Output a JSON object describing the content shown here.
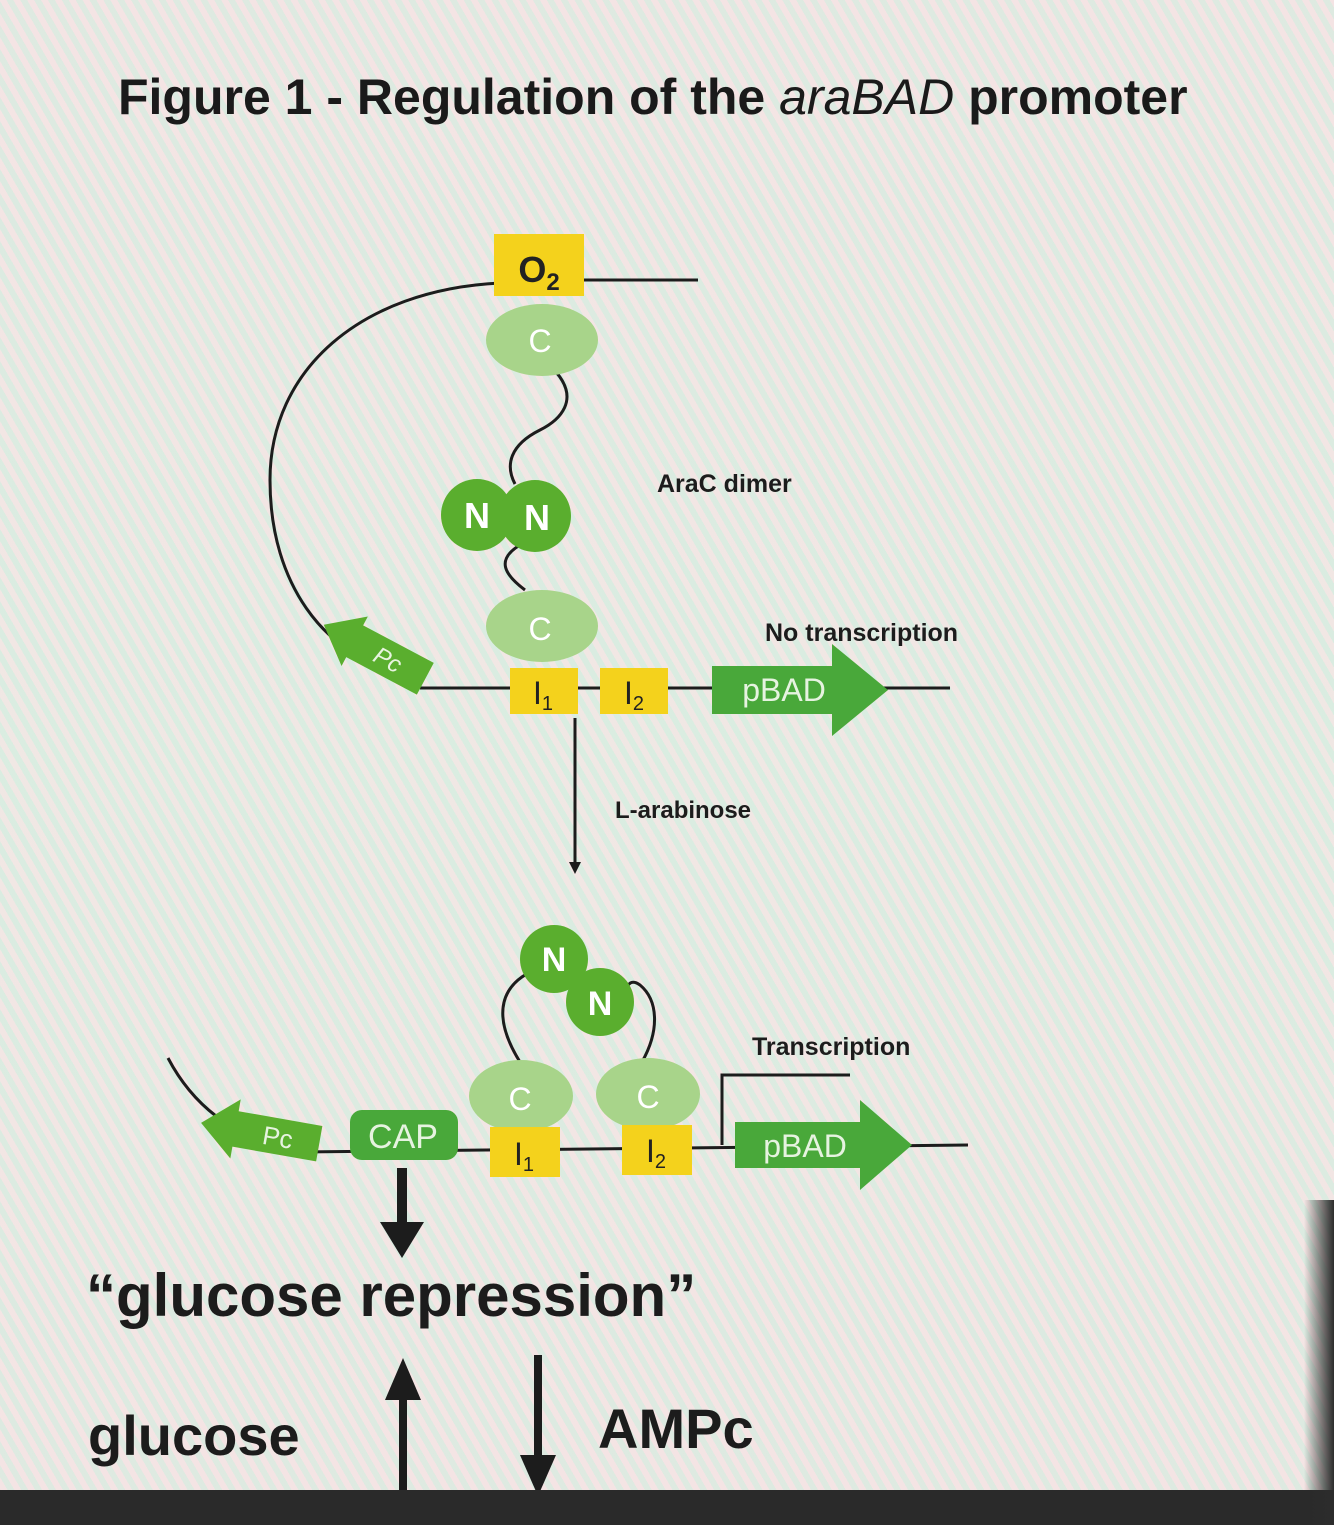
{
  "title": {
    "prefix": "Figure 1 - Regulation of the ",
    "gene": "araBAD",
    "suffix": " promoter"
  },
  "top_panel": {
    "o2": "O",
    "o2_sub": "2",
    "c_upper": "C",
    "n_left": "N",
    "n_right": "N",
    "c_lower": "C",
    "dimer_label": "AraC dimer",
    "pc": "Pc",
    "i1": "I",
    "i1_sub": "1",
    "i2": "I",
    "i2_sub": "2",
    "pbad": "pBAD",
    "status": "No transcription"
  },
  "inducer": "L-arabinose",
  "bottom_panel": {
    "n_upper": "N",
    "n_lower": "N",
    "c_left": "C",
    "c_right": "C",
    "pc": "Pc",
    "cap": "CAP",
    "i1": "I",
    "i1_sub": "1",
    "i2": "I",
    "i2_sub": "2",
    "pbad": "pBAD",
    "status": "Transcription"
  },
  "annotation": {
    "repression": "“glucose repression”",
    "glucose": "glucose",
    "ampc": "AMPc"
  },
  "colors": {
    "operator_yellow": "#f4d21c",
    "c_domain": "#9ccf7a",
    "n_domain": "#5aae2e",
    "promoter_green": "#49a83a",
    "dna": "#1c1c1c"
  }
}
